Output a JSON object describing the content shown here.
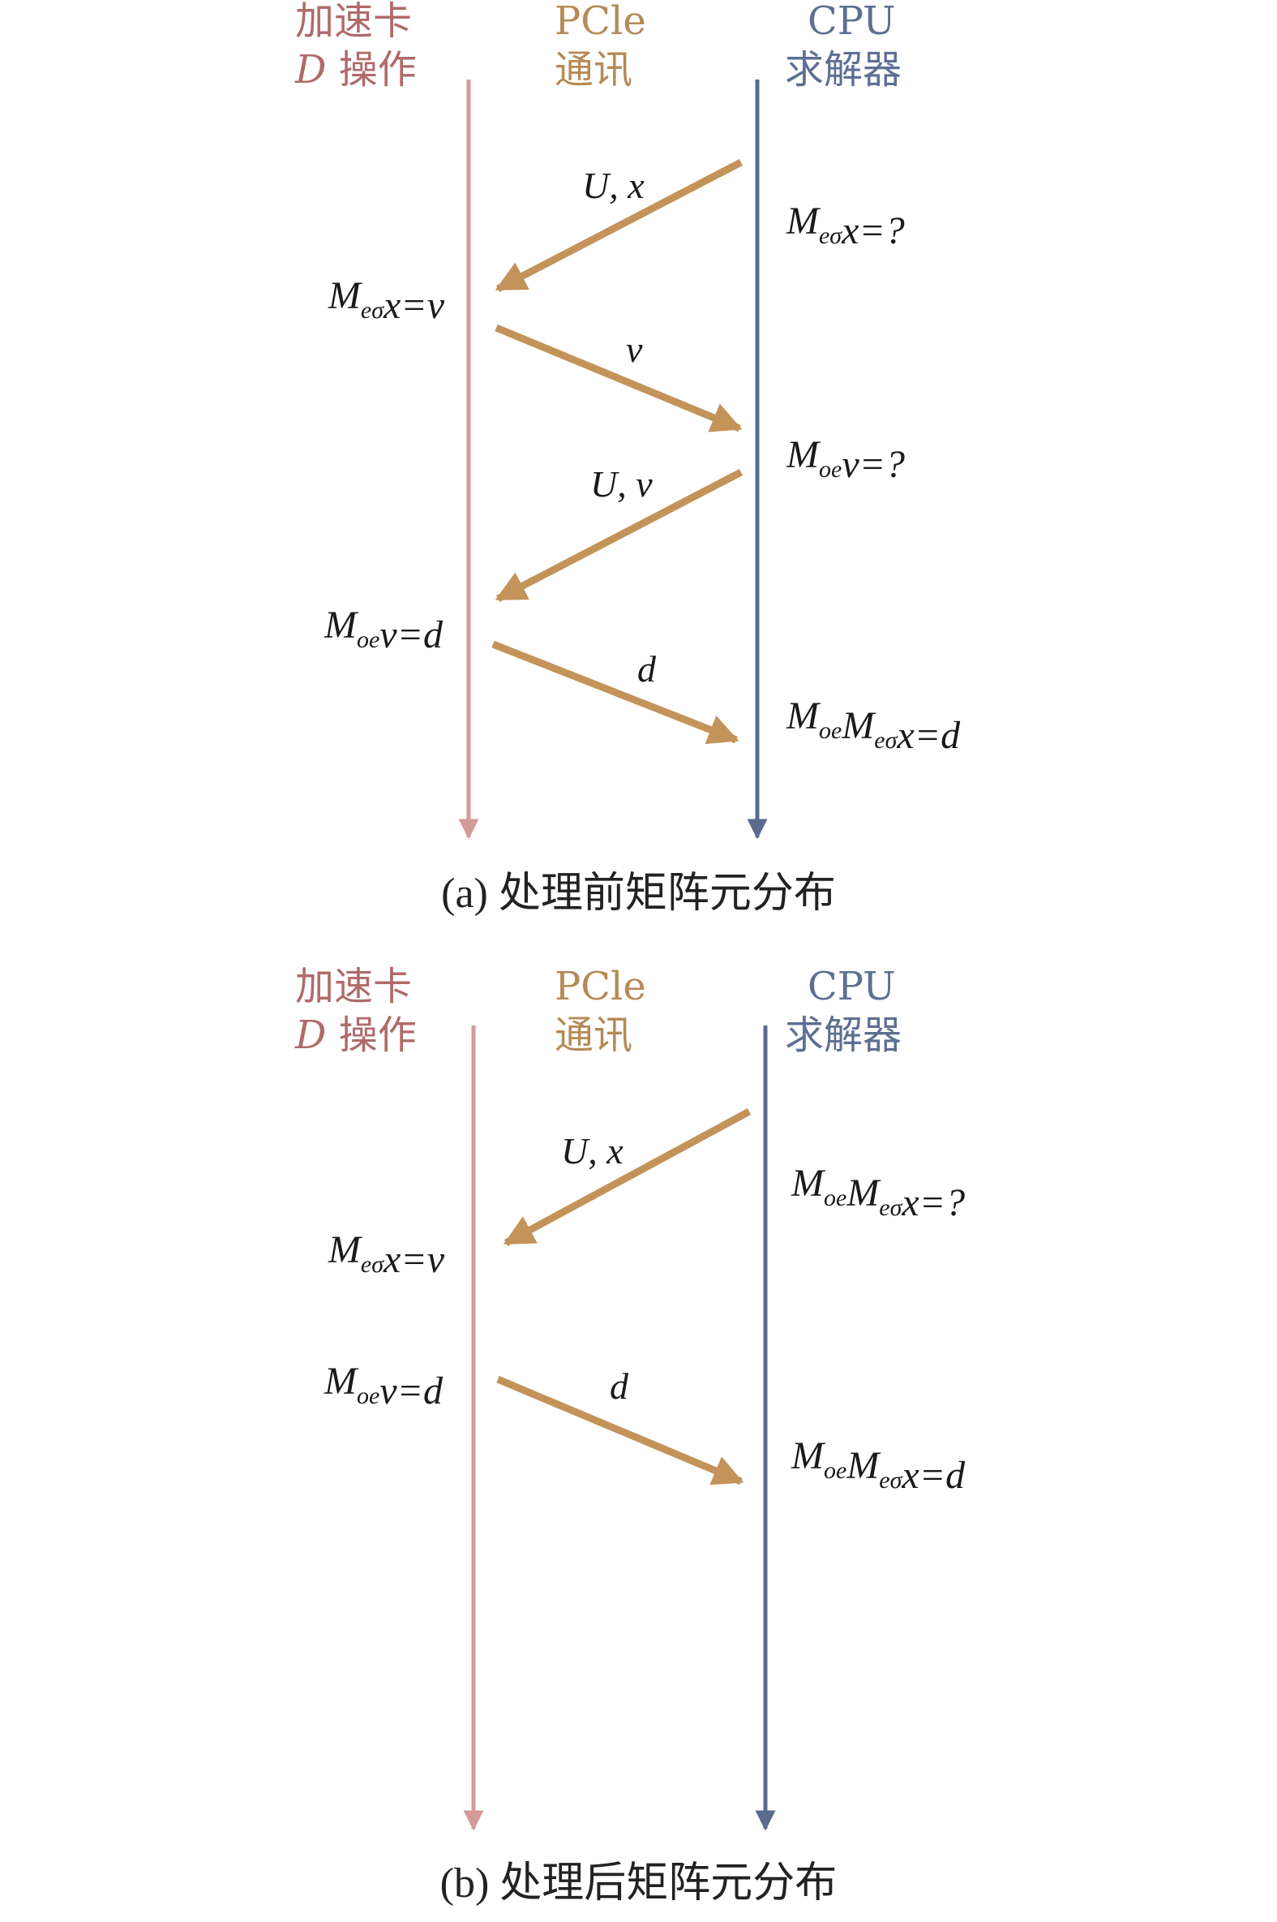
{
  "headers": {
    "accel_line1": "加速卡",
    "accel_line2_italic": "D",
    "accel_line2_text": "操作",
    "pcie_line1": "PCle",
    "pcie_line2": "通讯",
    "cpu_line1": "CPU",
    "cpu_line2": "求解器"
  },
  "colors": {
    "accelerator_line": "#d49a9a",
    "cpu_line": "#5a6b8f",
    "arrow": "#c4935a"
  },
  "panel_a": {
    "caption": "(a) 处理前矩阵元分布",
    "messages": [
      {
        "label": "U, x",
        "direction": "cpu-to-accelerator"
      },
      {
        "label": "v",
        "direction": "accelerator-to-cpu"
      },
      {
        "label": "U, v",
        "direction": "cpu-to-accelerator"
      },
      {
        "label": "d",
        "direction": "accelerator-to-cpu"
      }
    ],
    "accelerator_notes": [
      {
        "M": "M",
        "sub": "eσ",
        "rest": "x=v"
      },
      {
        "M": "M",
        "sub": "oe",
        "rest": "v=d"
      }
    ],
    "cpu_notes": [
      {
        "terms": [
          {
            "M": "M",
            "sub": "eσ"
          }
        ],
        "rest": "x=?"
      },
      {
        "terms": [
          {
            "M": "M",
            "sub": "oe"
          }
        ],
        "rest": "v=?"
      },
      {
        "terms": [
          {
            "M": "M",
            "sub": "oe"
          },
          {
            "M": "M",
            "sub": "eσ"
          }
        ],
        "rest": "x=d"
      }
    ]
  },
  "panel_b": {
    "caption": "(b) 处理后矩阵元分布",
    "messages": [
      {
        "label": "U, x",
        "direction": "cpu-to-accelerator"
      },
      {
        "label": "d",
        "direction": "accelerator-to-cpu"
      }
    ],
    "accelerator_notes": [
      {
        "M": "M",
        "sub": "eσ",
        "rest": "x=v"
      },
      {
        "M": "M",
        "sub": "oe",
        "rest": "v=d"
      }
    ],
    "cpu_notes": [
      {
        "terms": [
          {
            "M": "M",
            "sub": "oe"
          },
          {
            "M": "M",
            "sub": "eσ"
          }
        ],
        "rest": "x=?"
      },
      {
        "terms": [
          {
            "M": "M",
            "sub": "oe"
          },
          {
            "M": "M",
            "sub": "eσ"
          }
        ],
        "rest": "x=d"
      }
    ]
  }
}
